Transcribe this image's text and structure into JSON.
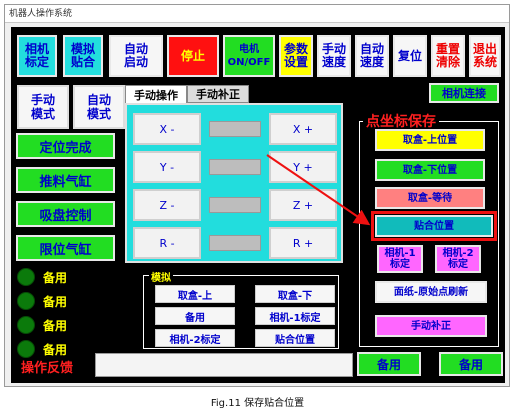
{
  "window": {
    "title": "机器人操作系统"
  },
  "toolbar": [
    {
      "id": "camera-calibrate",
      "label": "相机\n标定"
    },
    {
      "id": "simulate-fit",
      "label": "模拟\n贴合"
    },
    {
      "id": "auto-start",
      "label": "自动\n启动"
    },
    {
      "id": "stop",
      "label": "停止"
    },
    {
      "id": "motor-onoff",
      "label": "电机\nON/OFF"
    },
    {
      "id": "param-settings",
      "label": "参数\n设置"
    },
    {
      "id": "manual-speed",
      "label": "手动\n速度"
    },
    {
      "id": "auto-speed",
      "label": "自动\n速度"
    },
    {
      "id": "reset",
      "label": "复位"
    },
    {
      "id": "reset-clear",
      "label": "重置\n清除"
    },
    {
      "id": "exit-system",
      "label": "退出\n系统"
    }
  ],
  "modes": {
    "manual": "手动\n模式",
    "auto": "自动\n模式"
  },
  "status_buttons": [
    "定位完成",
    "推料气缸",
    "吸盘控制",
    "限位气缸"
  ],
  "indicators": [
    "备用",
    "备用",
    "备用",
    "备用"
  ],
  "feedback": {
    "label": "操作反馈",
    "value": ""
  },
  "tabs": {
    "manual_op": "手动操作",
    "manual_comp": "手动补正"
  },
  "jog": {
    "x_minus": "X -",
    "x_plus": "X +",
    "y_minus": "Y -",
    "y_plus": "Y +",
    "z_minus": "Z -",
    "z_plus": "Z +",
    "r_minus": "R -",
    "r_plus": "R +"
  },
  "simulate_group": {
    "title": "模拟",
    "buttons": [
      "取盒-上",
      "取盒-下",
      "备用",
      "相机-1标定",
      "相机-2标定",
      "贴合位置"
    ]
  },
  "camera_connect": "相机连接",
  "save_group": {
    "title": "点坐标保存",
    "pick_upper": "取盒-上位置",
    "pick_lower": "取盒-下位置",
    "pick_wait": "取盒-等待",
    "fit_position": "贴合位置",
    "cam1_calib": "相机-1\n标定",
    "cam2_calib": "相机-2\n标定",
    "origin_refresh": "面纸-原始点刷新",
    "manual_comp": "手动补正"
  },
  "spare": {
    "left": "备用",
    "right": "备用"
  },
  "caption": "Fig.11  保存贴合位置"
}
